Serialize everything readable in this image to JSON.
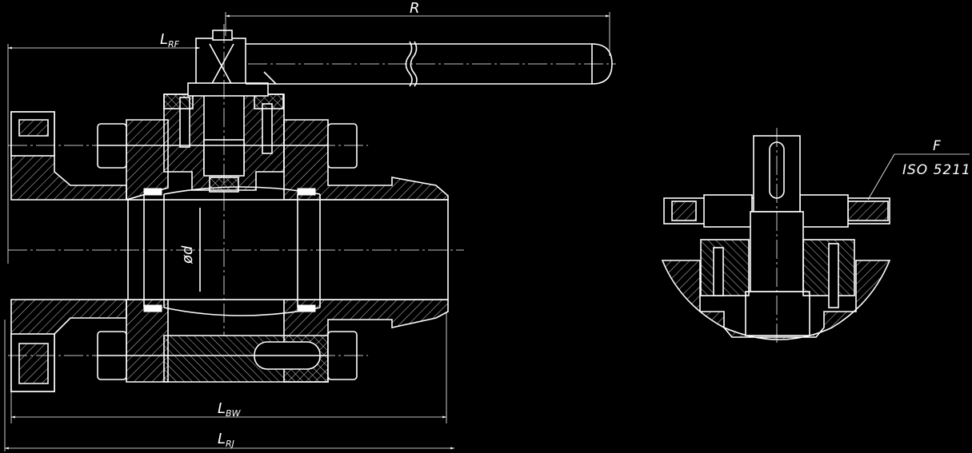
{
  "dimensions": {
    "r": "R",
    "lrf_main": "L",
    "lrf_sub": "RF",
    "lbw_main": "L",
    "lbw_sub": "BW",
    "lrj_main": "L",
    "lrj_sub": "RJ",
    "bore_diameter": "ød"
  },
  "callout": {
    "label": "F",
    "standard": "ISO 5211"
  },
  "colors": {
    "background": "#000000",
    "line": "#ffffff"
  }
}
